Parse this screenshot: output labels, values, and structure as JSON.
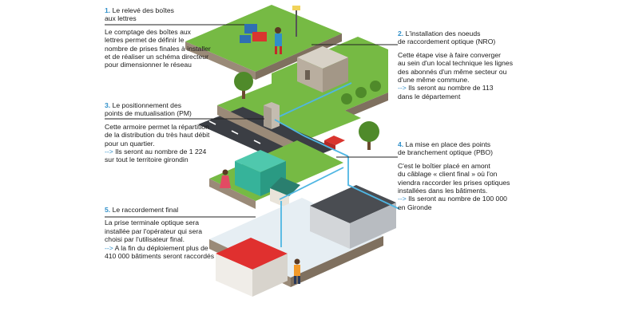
{
  "colors": {
    "number_blue": "#2f8fc9",
    "grass": "#6fb43f",
    "grass_dark": "#4f8a2a",
    "soil": "#9a8a78",
    "road": "#3b3e44",
    "fiber": "#4fb6e3",
    "paving": "#e3edf3",
    "roof_red": "#e0302f",
    "teal_building": "#36b39a"
  },
  "steps": [
    {
      "number": "1.",
      "title": "Le relevé des boîtes\naux lettres",
      "body": "Le comptage des boîtes aux\nlettres permet de définir le\nnombre de prises finales à installer\net de réaliser un schéma directeur\npour dimensionner le réseau",
      "note_arrow": "",
      "note": ""
    },
    {
      "number": "2.",
      "title": "L'installation des noeuds\nde raccordement optique (NRO)",
      "body": "Cette étape vise à faire converger\nau sein d'un local technique les lignes\ndes abonnés d'un même secteur ou\nd'une même commune.",
      "note_arrow": "-->",
      "note": " Ils seront au nombre de 113\ndans le département"
    },
    {
      "number": "3.",
      "title": "Le positionnement des\npoints de mutualisation (PM)",
      "body": "Cette armoire permet la répartition\nde la distribution du très haut débit\npour un quartier.",
      "note_arrow": "-->",
      "note": " Ils seront au nombre de 1 224\nsur  tout le territoire girondin"
    },
    {
      "number": "4.",
      "title": "La mise en place des points\nde branchement optique (PBO)",
      "body": "C'est le boîtier placé en amont\ndu câblage « client final » où l'on\nviendra raccorder les prises optiques\ninstallées dans les bâtiments.",
      "note_arrow": "-->",
      "note": " Ils seront au nombre de 100 000\nen Gironde"
    },
    {
      "number": "5.",
      "title": "Le raccordement final",
      "body": "La prise terminale optique sera\ninstallée par l'opérateur qui sera\nchoisi par l'utilisateur final.",
      "note_arrow": "-->",
      "note": " A la fin du déploiement plus de\n410 000 bâtiments seront raccordés"
    }
  ]
}
